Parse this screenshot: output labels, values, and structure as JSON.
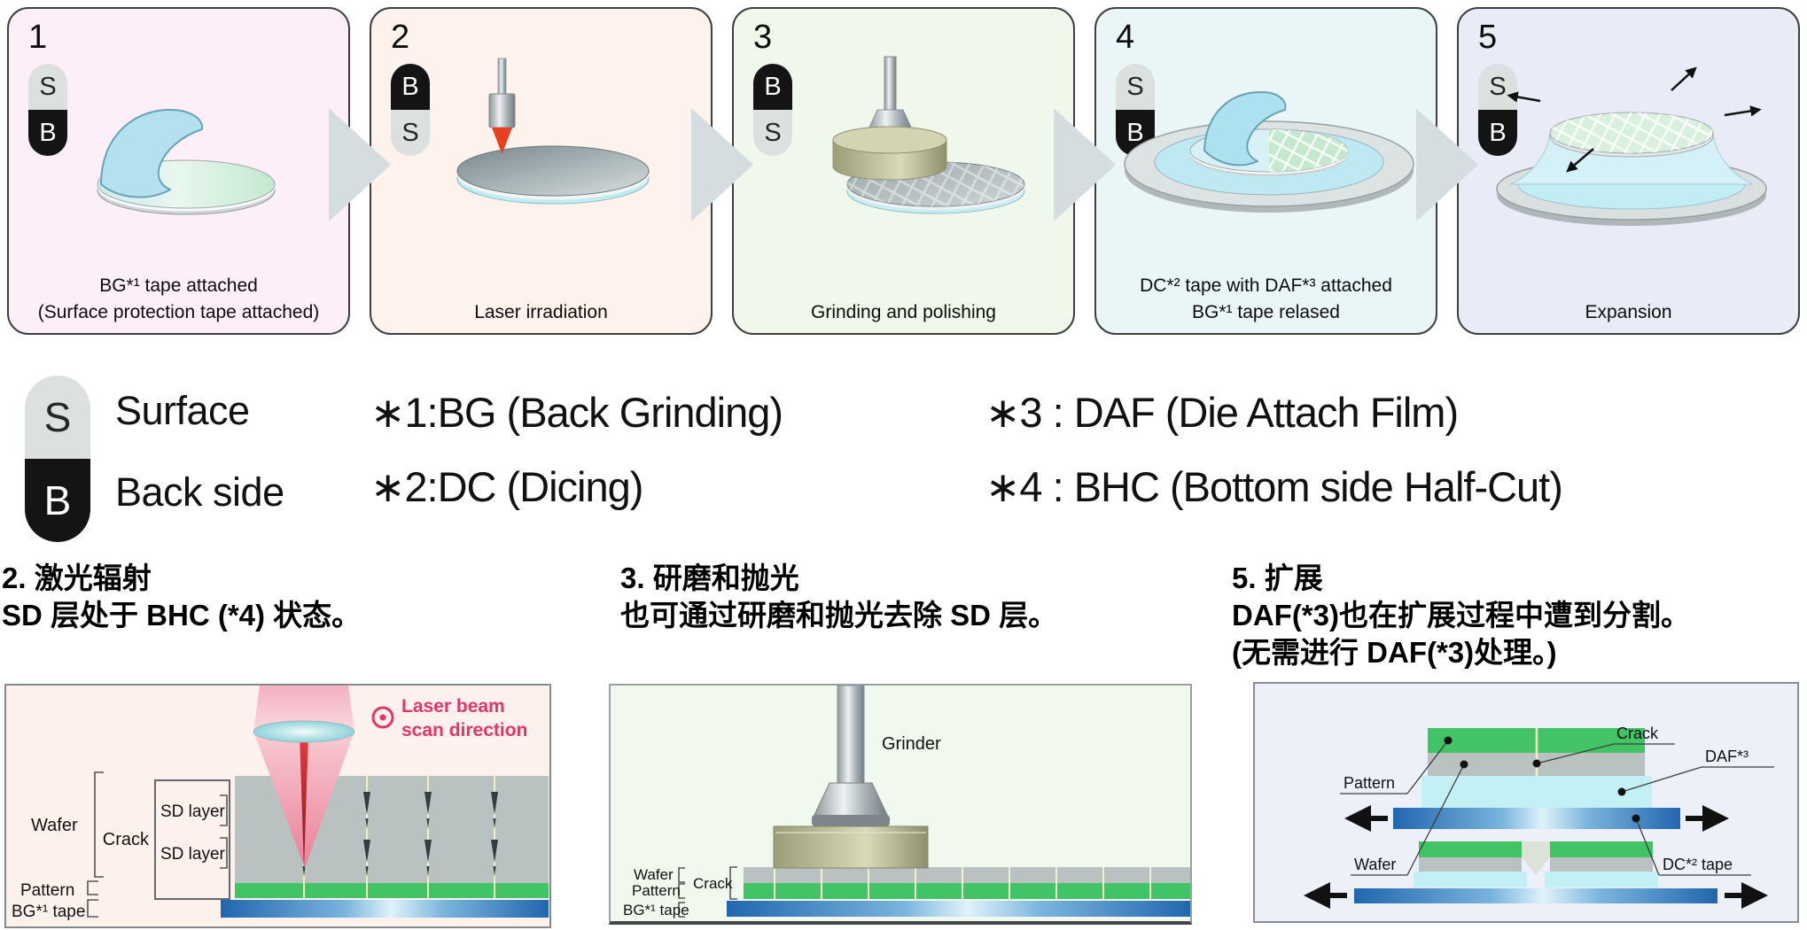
{
  "colors": {
    "panel1_bg": "#fceff7",
    "panel2_bg": "#fdf2ec",
    "panel3_bg": "#f0f8ec",
    "panel4_bg": "#e9f5f6",
    "panel5_bg": "#e9ebf6",
    "arrow": "#d6dde0",
    "laser_red": "#e6336a",
    "capsule_black": "#141414",
    "capsule_gray": "#dce1e0",
    "pattern_green": "#41c366",
    "wafer_gray": "#b9c1c1",
    "daf_cyan": "#c2f0f5",
    "tape_blue_dark": "#2166ae",
    "tape_blue_light": "#dff2fa"
  },
  "steps": [
    {
      "num": "1",
      "badge_top": "S",
      "badge_bottom": "B",
      "caption1": "BG*¹ tape attached",
      "caption2": "(Surface protection tape attached)",
      "bg": "#fceff7"
    },
    {
      "num": "2",
      "badge_top": "B",
      "badge_bottom": "S",
      "caption1": "Laser irradiation",
      "caption2": "",
      "bg": "#fdf2ec"
    },
    {
      "num": "3",
      "badge_top": "B",
      "badge_bottom": "S",
      "caption1": "Grinding and polishing",
      "caption2": "",
      "bg": "#f0f8ec"
    },
    {
      "num": "4",
      "badge_top": "S",
      "badge_bottom": "B",
      "caption1": "DC*² tape with DAF*³ attached",
      "caption2": "BG*¹ tape relased",
      "bg": "#e9f5f6"
    },
    {
      "num": "5",
      "badge_top": "S",
      "badge_bottom": "B",
      "caption1": "Expansion",
      "caption2": "",
      "bg": "#e9ebf6"
    }
  ],
  "legend": {
    "surface_letter": "S",
    "surface_label": "Surface",
    "backside_letter": "B",
    "backside_label": "Back side",
    "note1": "∗1:BG (Back Grinding)",
    "note2": "∗2:DC (Dicing)",
    "note3": "∗3 : DAF (Die Attach Film)",
    "note4": "∗4 : BHC (Bottom side Half-Cut)"
  },
  "sections": [
    {
      "line1": "2. 激光辐射",
      "line2": "SD 层处于 BHC (*4) 状态。",
      "line3": ""
    },
    {
      "line1": "3. 研磨和抛光",
      "line2": "也可通过研磨和抛光去除 SD 层。",
      "line3": ""
    },
    {
      "line1": "5. 扩展",
      "line2": "DAF(*3)也在扩展过程中遭到分割。",
      "line3": "(无需进行 DAF(*3)处理。)"
    }
  ],
  "laser_diagram": {
    "scan_label1": "Laser beam",
    "scan_label2": "scan direction",
    "wafer": "Wafer",
    "crack": "Crack",
    "sd_layer1": "SD layer",
    "sd_layer2": "SD layer",
    "pattern": "Pattern",
    "bg_tape": "BG*¹ tape"
  },
  "grind_diagram": {
    "grinder": "Grinder",
    "wafer": "Wafer",
    "pattern": "Pattern",
    "crack": "Crack",
    "bg_tape": "BG*¹ tape"
  },
  "expansion_diagram": {
    "crack": "Crack",
    "daf": "DAF*³",
    "pattern": "Pattern",
    "wafer": "Wafer",
    "dc_tape": "DC*² tape"
  }
}
